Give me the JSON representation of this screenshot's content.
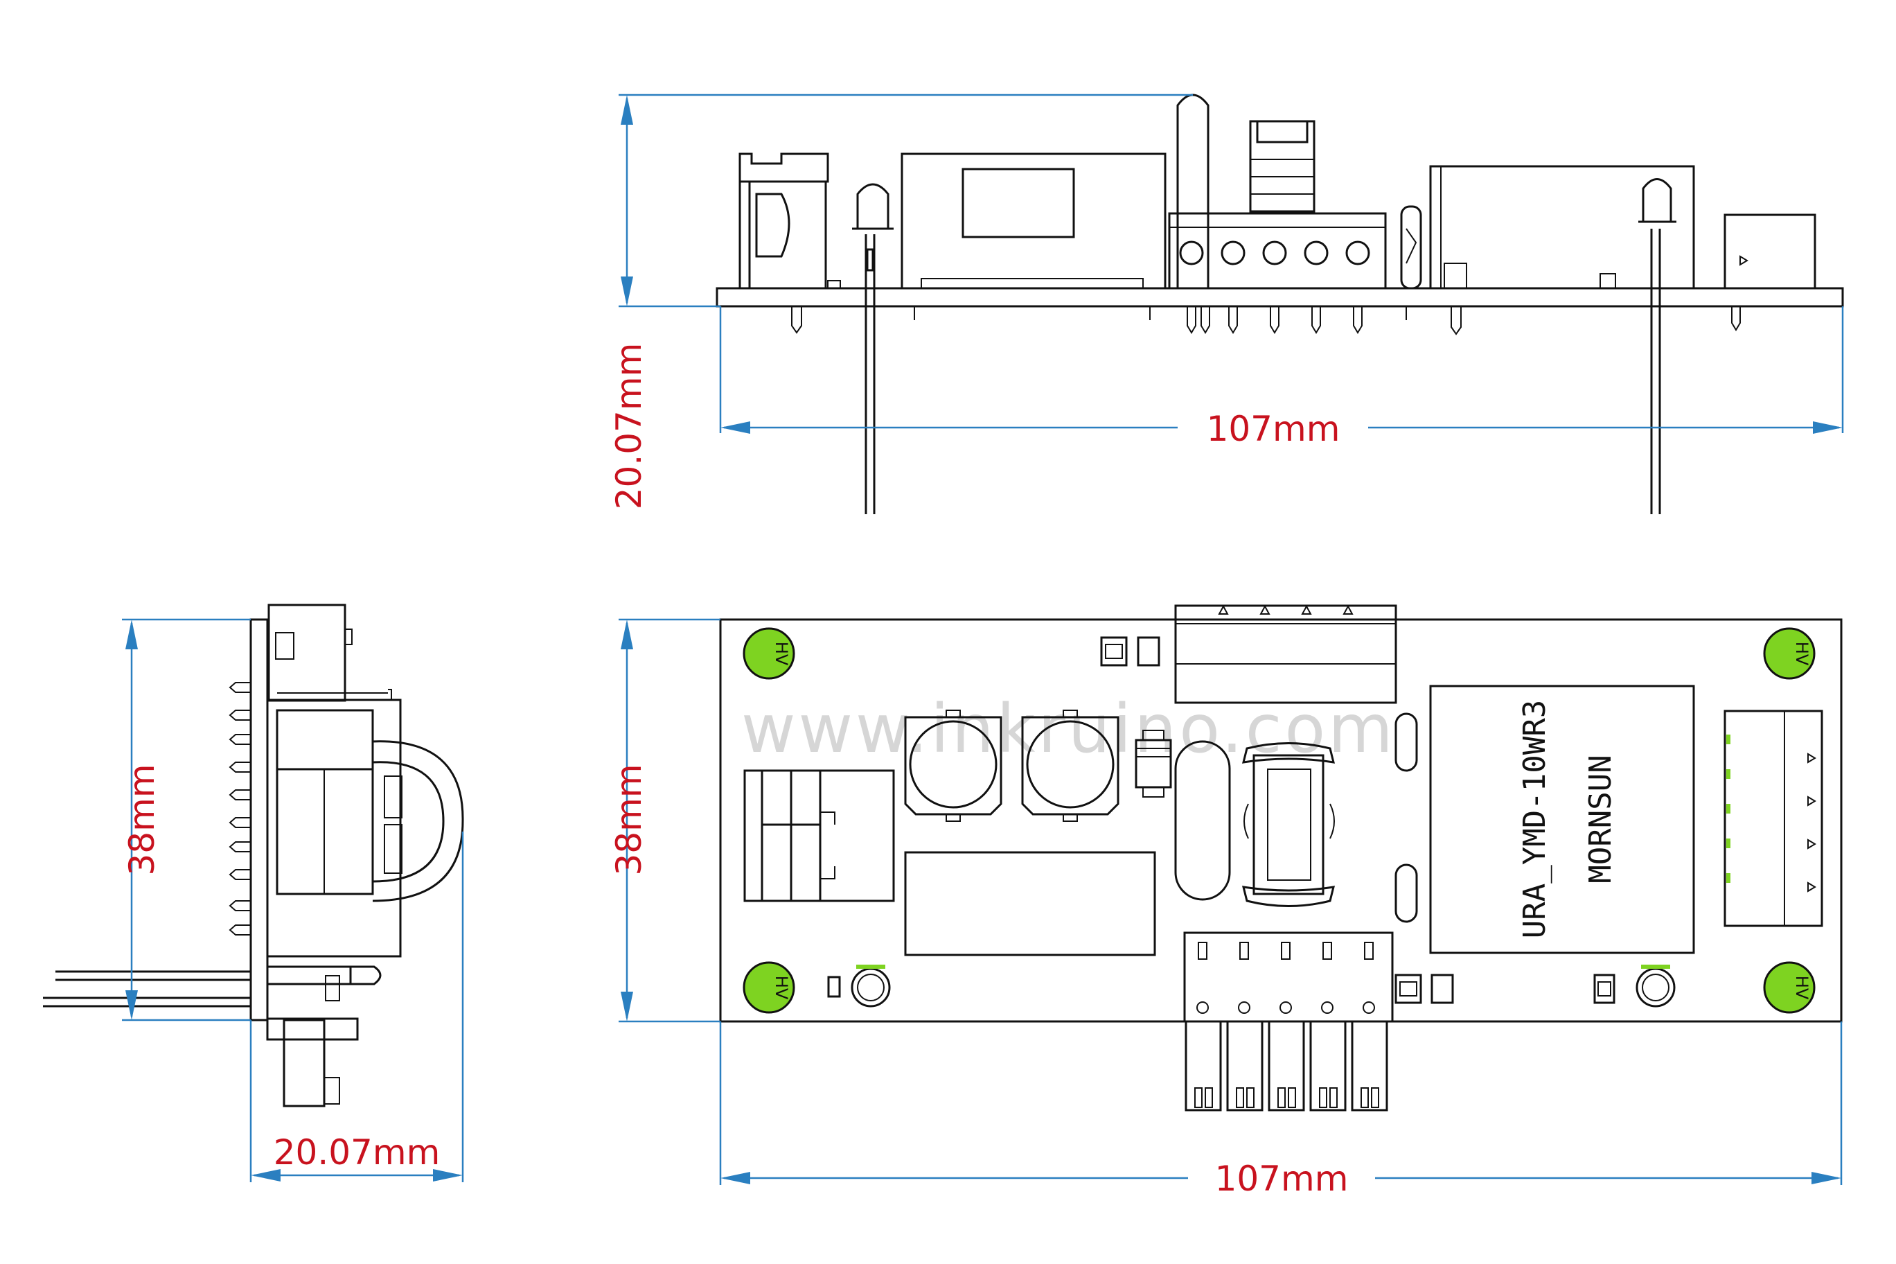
{
  "watermark": "www.inkruino.com",
  "dimensions": {
    "side_width": "107mm",
    "side_height": "20.07mm",
    "end_width": "20.07mm",
    "end_height": "38mm",
    "top_width": "107mm",
    "top_height": "38mm"
  },
  "silkscreen": {
    "part_number": "URA_YMD-10WR3",
    "brand": "MORNSUN",
    "hv_label": "HV"
  },
  "colors": {
    "dimension_line": "#2a7fc0",
    "dimension_text": "#c8121e",
    "hv_marker": "#7ed321",
    "outline": "#111111"
  }
}
